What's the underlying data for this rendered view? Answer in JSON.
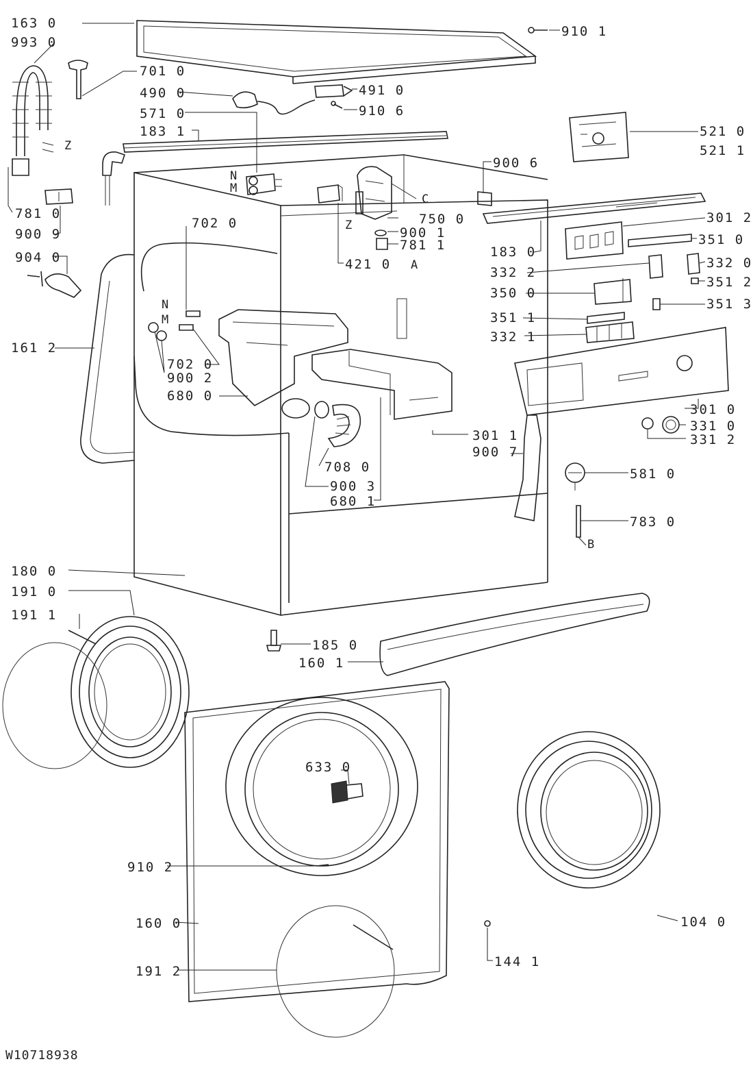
{
  "diagram_id": "W10718938",
  "labels": {
    "l_163_0": "163 0",
    "l_993_0": "993 0",
    "l_910_1": "910 1",
    "l_701_0": "701 0",
    "l_490_0": "490 0",
    "l_491_0": "491 0",
    "l_910_6": "910 6",
    "l_571_0": "571 0",
    "l_183_1": "183 1",
    "l_521_0": "521 0",
    "l_521_1": "521 1",
    "l_900_6": "900 6",
    "l_781_0": "781 0",
    "l_900_9": "900 9",
    "l_750_0": "750 0",
    "l_900_1": "900 1",
    "l_781_1": "781 1",
    "l_421_0": "421 0",
    "l_301_2": "301 2",
    "l_183_0": "183 0",
    "l_351_0": "351 0",
    "l_904_0": "904 0",
    "l_702_0_top": "702 0",
    "l_332_2": "332 2",
    "l_332_0": "332 0",
    "l_351_2": "351 2",
    "l_350_0": "350 0",
    "l_351_3": "351 3",
    "l_351_1": "351 1",
    "l_332_1": "332 1",
    "l_161_2": "161 2",
    "l_702_0_low": "702 0",
    "l_900_2": "900 2",
    "l_680_0": "680 0",
    "l_301_0": "301 0",
    "l_331_0": "331 0",
    "l_331_2": "331 2",
    "l_301_1": "301 1",
    "l_900_7": "900 7",
    "l_708_0": "708 0",
    "l_900_3": "900 3",
    "l_680_1": "680 1",
    "l_581_0": "581 0",
    "l_783_0": "783 0",
    "l_180_0": "180 0",
    "l_191_0": "191 0",
    "l_191_1": "191 1",
    "l_185_0": "185 0",
    "l_160_1": "160 1",
    "l_633_0": "633 0",
    "l_910_2": "910 2",
    "l_160_0": "160 0",
    "l_104_0": "104 0",
    "l_144_1": "144 1",
    "l_191_2": "191 2"
  },
  "markers": {
    "z_hose": "Z",
    "n_valve": "N",
    "m_valve": "M",
    "c_filter": "C",
    "z_filter": "Z",
    "a_filter": "A",
    "n_resistor": "N",
    "m_resistor": "M",
    "b_wire": "B"
  }
}
